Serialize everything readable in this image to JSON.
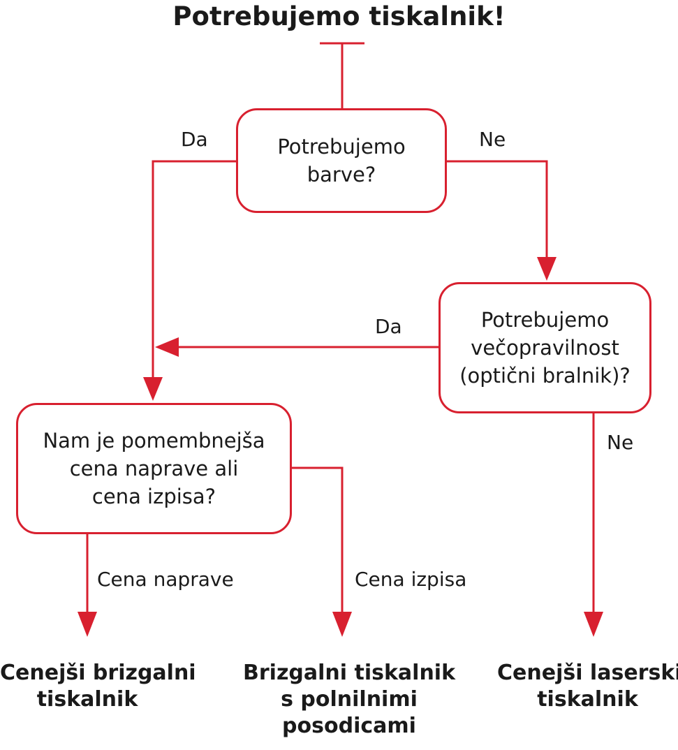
{
  "diagram": {
    "title": "Potrebujemo tiskalnik!",
    "nodes": {
      "colors": {
        "line1": "Potrebujemo",
        "line2": "barve?"
      },
      "multi": {
        "line1": "Potrebujemo",
        "line2": "večopravilnost",
        "line3": "(optični bralnik)?"
      },
      "price": {
        "line1": "Nam je pomembnejša",
        "line2": "cena naprave ali",
        "line3": "cena izpisa?"
      }
    },
    "edge_labels": {
      "colors_yes": "Da",
      "colors_no": "Ne",
      "multi_yes": "Da",
      "multi_no": "Ne",
      "price_device": "Cena naprave",
      "price_print": "Cena izpisa"
    },
    "outcomes": {
      "inkjet_cheap": {
        "line1": "Cenejši brizgalni",
        "line2": "tiskalnik"
      },
      "inkjet_tanks": {
        "line1": "Brizgalni tiskalnik",
        "line2": "s polnilnimi",
        "line3": "posodicami"
      },
      "laser": {
        "line1": "Cenejši laserski",
        "line2": "tiskalnik"
      }
    },
    "colors": {
      "line": "#d8202f",
      "text": "#1a1a1a",
      "background": "#ffffff"
    }
  }
}
